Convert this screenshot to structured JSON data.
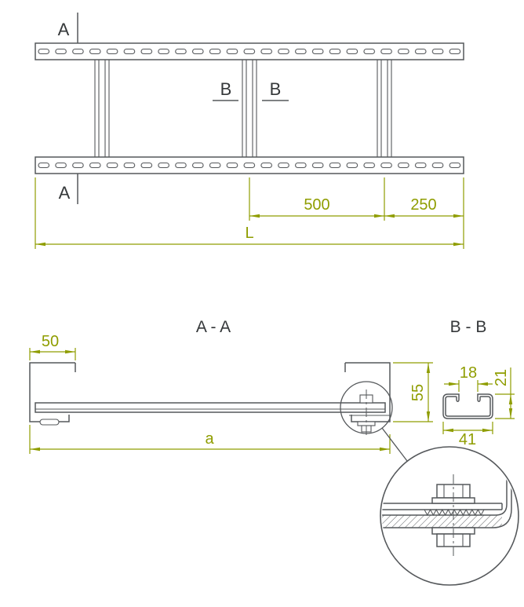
{
  "colors": {
    "line": "#55585b",
    "label": "#35383a",
    "dimension": "#8f9d00"
  },
  "plan_view": {
    "section_a_top_label": "A",
    "section_a_bottom_label": "A",
    "section_b_left_label": "B",
    "section_b_right_label": "B",
    "dim_rung_spacing": "500",
    "dim_end_segment": "250",
    "dim_total_length": "L"
  },
  "section_aa": {
    "title": "A - A",
    "dim_flange_width": "50",
    "dim_side_height": "55",
    "dim_span": "a"
  },
  "section_bb": {
    "title": "B - B",
    "dim_opening_width": "18",
    "dim_profile_height": "21",
    "dim_profile_width": "41"
  }
}
